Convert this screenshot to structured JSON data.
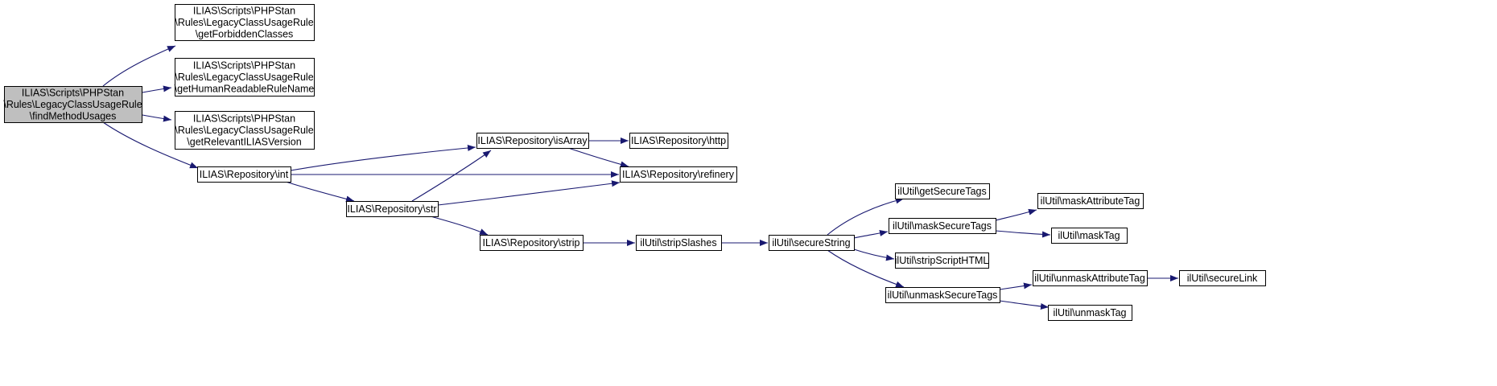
{
  "graph": {
    "edge_color": "#191970",
    "root_fill": "#bfbfbf",
    "nodes": [
      {
        "id": "find",
        "lines": [
          "ILIAS\\Scripts\\PHPStan",
          "\\Rules\\LegacyClassUsageRule",
          "\\findMethodUsages"
        ],
        "root": true
      },
      {
        "id": "forbidden",
        "lines": [
          "ILIAS\\Scripts\\PHPStan",
          "\\Rules\\LegacyClassUsageRule",
          "\\getForbiddenClasses"
        ]
      },
      {
        "id": "human",
        "lines": [
          "ILIAS\\Scripts\\PHPStan",
          "\\Rules\\LegacyClassUsageRule",
          "\\getHumanReadableRuleName"
        ]
      },
      {
        "id": "relevant",
        "lines": [
          "ILIAS\\Scripts\\PHPStan",
          "\\Rules\\LegacyClassUsageRule",
          "\\getRelevantILIASVersion"
        ]
      },
      {
        "id": "int",
        "lines": [
          "ILIAS\\Repository\\int"
        ]
      },
      {
        "id": "isarray",
        "lines": [
          "ILIAS\\Repository\\isArray"
        ]
      },
      {
        "id": "http",
        "lines": [
          "ILIAS\\Repository\\http"
        ]
      },
      {
        "id": "refinery",
        "lines": [
          "ILIAS\\Repository\\refinery"
        ]
      },
      {
        "id": "str",
        "lines": [
          "ILIAS\\Repository\\str"
        ]
      },
      {
        "id": "strip",
        "lines": [
          "ILIAS\\Repository\\strip"
        ]
      },
      {
        "id": "stripslashes",
        "lines": [
          "ilUtil\\stripSlashes"
        ]
      },
      {
        "id": "securestring",
        "lines": [
          "ilUtil\\secureString"
        ]
      },
      {
        "id": "getsecuretags",
        "lines": [
          "ilUtil\\getSecureTags"
        ]
      },
      {
        "id": "masksecuretags",
        "lines": [
          "ilUtil\\maskSecureTags"
        ]
      },
      {
        "id": "stripscript",
        "lines": [
          "ilUtil\\stripScriptHTML"
        ]
      },
      {
        "id": "unmasksecuretags",
        "lines": [
          "ilUtil\\unmaskSecureTags"
        ]
      },
      {
        "id": "maskattr",
        "lines": [
          "ilUtil\\maskAttributeTag"
        ]
      },
      {
        "id": "masktag",
        "lines": [
          "ilUtil\\maskTag"
        ]
      },
      {
        "id": "unmaskattr",
        "lines": [
          "ilUtil\\unmaskAttributeTag"
        ]
      },
      {
        "id": "unmasktag",
        "lines": [
          "ilUtil\\unmaskTag"
        ]
      },
      {
        "id": "securelink",
        "lines": [
          "ilUtil\\secureLink"
        ]
      }
    ],
    "edges": [
      {
        "from": "find",
        "to": "forbidden"
      },
      {
        "from": "find",
        "to": "human"
      },
      {
        "from": "find",
        "to": "relevant"
      },
      {
        "from": "find",
        "to": "int"
      },
      {
        "from": "int",
        "to": "isarray"
      },
      {
        "from": "int",
        "to": "refinery"
      },
      {
        "from": "int",
        "to": "str"
      },
      {
        "from": "isarray",
        "to": "http"
      },
      {
        "from": "isarray",
        "to": "refinery"
      },
      {
        "from": "str",
        "to": "isarray"
      },
      {
        "from": "str",
        "to": "refinery"
      },
      {
        "from": "str",
        "to": "strip"
      },
      {
        "from": "strip",
        "to": "stripslashes"
      },
      {
        "from": "stripslashes",
        "to": "securestring"
      },
      {
        "from": "securestring",
        "to": "getsecuretags"
      },
      {
        "from": "securestring",
        "to": "masksecuretags"
      },
      {
        "from": "securestring",
        "to": "stripscript"
      },
      {
        "from": "securestring",
        "to": "unmasksecuretags"
      },
      {
        "from": "masksecuretags",
        "to": "maskattr"
      },
      {
        "from": "masksecuretags",
        "to": "masktag"
      },
      {
        "from": "unmasksecuretags",
        "to": "unmaskattr"
      },
      {
        "from": "unmasksecuretags",
        "to": "unmasktag"
      },
      {
        "from": "unmaskattr",
        "to": "securelink"
      }
    ]
  }
}
